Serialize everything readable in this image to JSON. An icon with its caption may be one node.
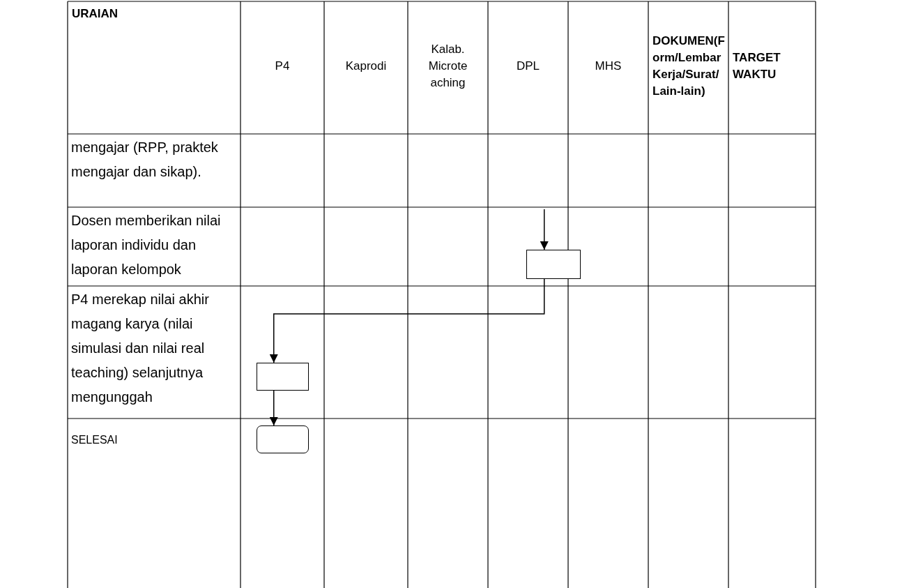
{
  "diagram": {
    "nodes": [
      {
        "text": [],
        "shape": "box"
      },
      {
        "text": [],
        "shape": "box"
      },
      {
        "text": [],
        "shape": "terminator"
      }
    ],
    "edges": [
      {
        "from": null,
        "to": 0,
        "arrow": "to"
      },
      {
        "from": 0,
        "to": 1,
        "arrow": "to"
      },
      {
        "from": 1,
        "to": 2,
        "arrow": "to"
      }
    ],
    "labels": [
      "URAIAN",
      "P4",
      "Kaprodi",
      "Kalab. Microte aching",
      "DPL",
      "MHS",
      "DOKUMEN(F orm/Lembar Kerja/Surat/ Lain-lain)",
      "TARGET WAKTU",
      "mengajar (RPP, praktek mengajar dan sikap).",
      "Dosen memberikan nilai laporan individu dan laporan kelompok",
      "P4 merekap nilai akhir magang karya (nilai simulasi dan nilai real teaching) selanjutnya mengunggah",
      "SELESAI"
    ]
  }
}
